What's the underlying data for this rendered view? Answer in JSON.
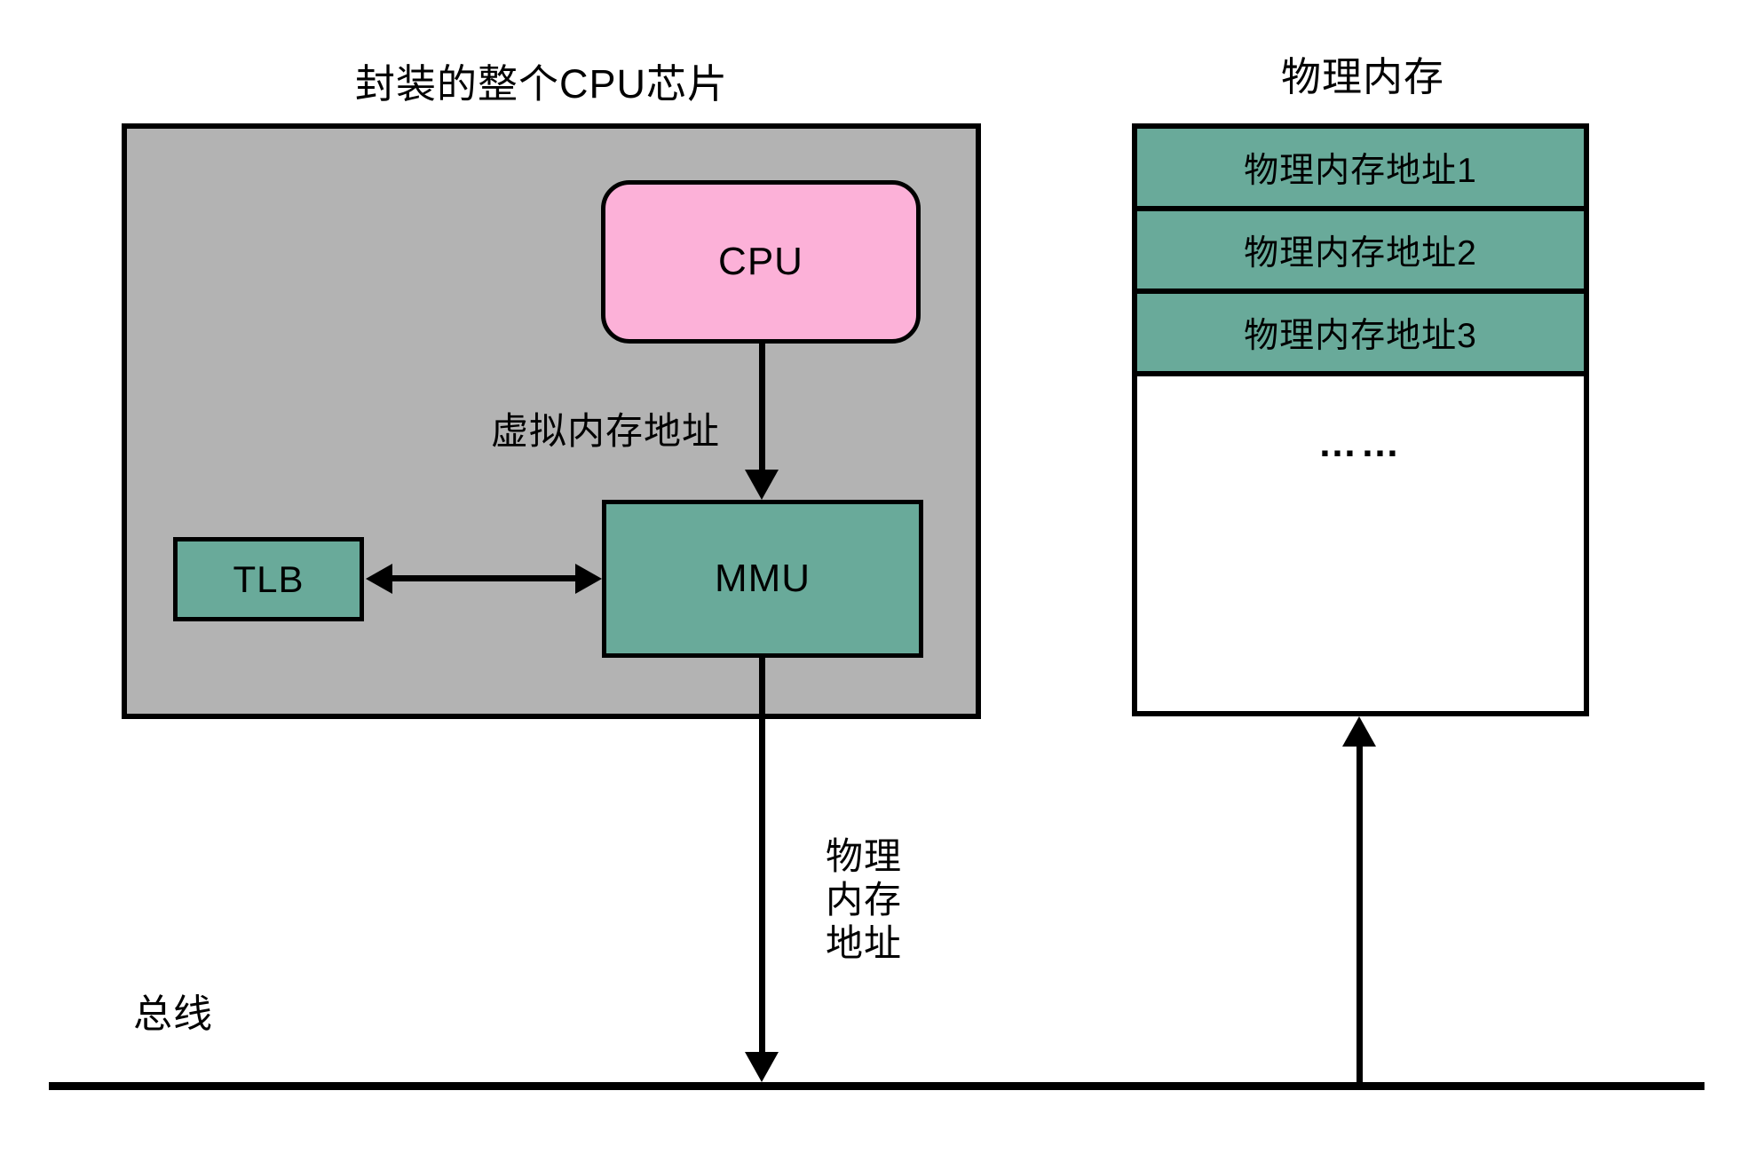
{
  "colors": {
    "chip_fill": "#b3b3b3",
    "cpu_fill": "#fcb1d8",
    "memory_cell_fill": "#69aa9a",
    "line": "#000000",
    "background": "#ffffff"
  },
  "chip": {
    "title": "封装的整个CPU芯片",
    "cpu_label": "CPU",
    "mmu_label": "MMU",
    "tlb_label": "TLB",
    "virtual_address_label": "虚拟内存地址"
  },
  "memory": {
    "title": "物理内存",
    "rows": [
      "物理内存地址1",
      "物理内存地址2",
      "物理内存地址3"
    ],
    "ellipsis": "……"
  },
  "bus": {
    "label": "总线",
    "physical_address_label_lines": [
      "物理",
      "内存",
      "地址"
    ]
  }
}
